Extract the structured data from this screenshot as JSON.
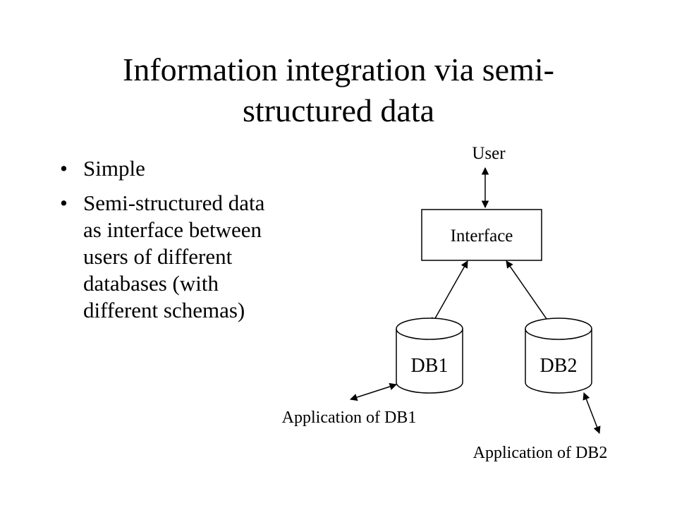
{
  "slide": {
    "title_lines": [
      "Information integration via semi-",
      "structured data"
    ],
    "bullets": [
      {
        "lines": [
          "Simple"
        ]
      },
      {
        "lines": [
          "Semi-structured data",
          "as interface between",
          "users of different",
          "databases (with",
          "different schemas)"
        ]
      }
    ],
    "bullet_glyph": "•"
  },
  "diagram": {
    "user_label": "User",
    "interface_label": "Interface",
    "db1_label": "DB1",
    "db2_label": "DB2",
    "app1_label": "Application of DB1",
    "app2_label": "Application of DB2"
  }
}
